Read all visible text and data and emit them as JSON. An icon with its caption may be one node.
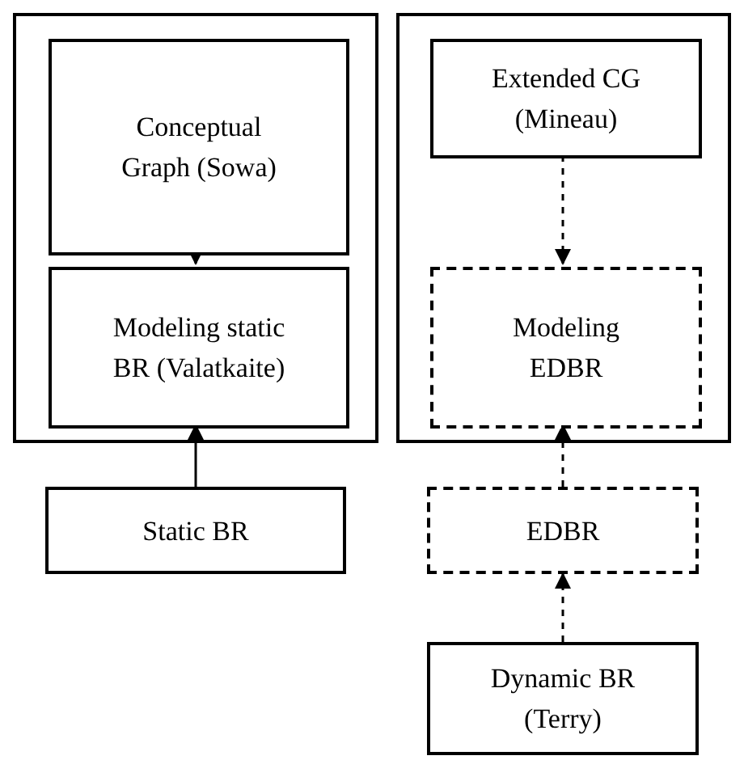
{
  "diagram": {
    "nodes": [
      {
        "text": [],
        "shape": "box"
      },
      {
        "text": [
          "Conceptual Graph (Sowa)"
        ],
        "in": 0
      },
      {
        "text": [
          "Modeling static BR (Valatkaite)"
        ],
        "in": 0
      },
      {
        "text": [],
        "shape": "box"
      },
      {
        "text": [
          "Extended CG (Mineau)"
        ],
        "in": 3
      },
      {
        "text": [
          "Modeling EDBR"
        ],
        "in": 3
      },
      {
        "text": [
          "Static BR"
        ]
      },
      {
        "text": [
          "EDBR"
        ]
      },
      {
        "text": [
          "Dynamic BR (Terry)"
        ]
      }
    ],
    "edges": [
      {
        "from": 1,
        "to": 2,
        "arrow": "to"
      },
      {
        "from": 6,
        "to": 2,
        "arrow": "to"
      },
      {
        "from": 4,
        "to": 5,
        "arrow": "to",
        "style": "dashed"
      },
      {
        "from": 7,
        "to": 5,
        "arrow": "to",
        "style": "dashed"
      },
      {
        "from": 8,
        "to": 7,
        "arrow": "to",
        "style": "dashed"
      }
    ]
  }
}
